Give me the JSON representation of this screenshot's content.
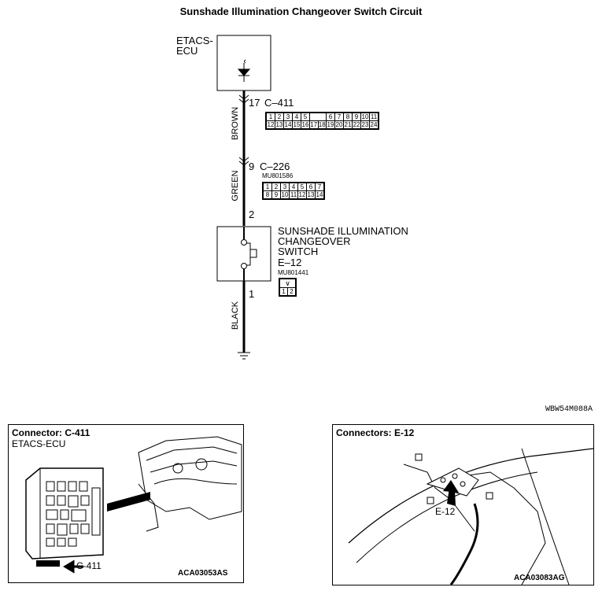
{
  "title": "Sunshade Illumination Changeover Switch Circuit",
  "ecu": {
    "line1": "ETACS-",
    "line2": "ECU"
  },
  "wires": {
    "brown": "BROWN",
    "green": "GREEN",
    "black": "BLACK"
  },
  "pins": {
    "c411_pin": "17",
    "c411_name": "C–411",
    "c226_pin": "9",
    "c226_name": "C–226",
    "switch_top_pin": "2",
    "switch_bottom_pin": "1"
  },
  "connector_c411": {
    "row1": [
      "1",
      "2",
      "3",
      "4",
      "5",
      "",
      "6",
      "7",
      "8",
      "9",
      "10",
      "11"
    ],
    "row2": [
      "12",
      "13",
      "14",
      "15",
      "16",
      "17",
      "18",
      "19",
      "20",
      "21",
      "22",
      "23",
      "24"
    ]
  },
  "connector_c226": {
    "part": "MU801586",
    "row1": [
      "1",
      "2",
      "3",
      "4",
      "5",
      "6",
      "7"
    ],
    "row2": [
      "8",
      "9",
      "10",
      "11",
      "12",
      "13",
      "14"
    ]
  },
  "switch": {
    "line1": "SUNSHADE ILLUMINATION",
    "line2": "CHANGEOVER",
    "line3": "SWITCH",
    "connector": "E–12",
    "part": "MU801441",
    "pins": [
      "1",
      "2"
    ]
  },
  "diagram_code": "WBW54M088A",
  "panel_left": {
    "title": "Connector: C-411",
    "subtitle": "ETACS-ECU",
    "callout": "C-411",
    "code": "ACA03053AS"
  },
  "panel_right": {
    "title": "Connectors: E-12",
    "callout": "E-12",
    "code": "ACA03083AG"
  }
}
